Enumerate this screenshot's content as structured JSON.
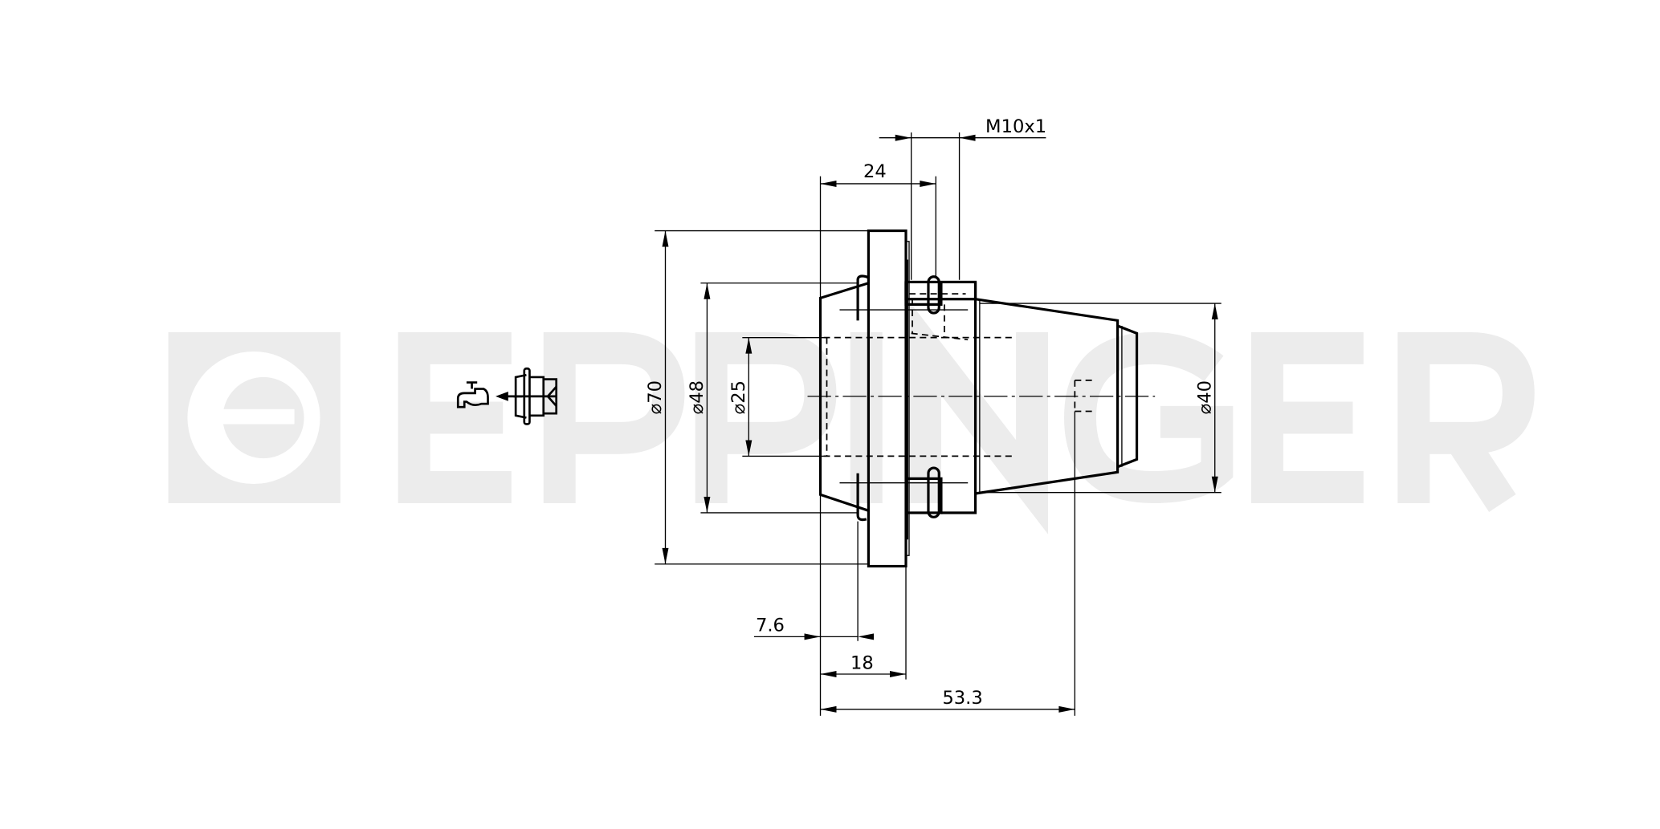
{
  "watermark": {
    "brand": "EPPINGER"
  },
  "dimensions": {
    "d70": "⌀70",
    "d48": "⌀48",
    "d25": "⌀25",
    "d40": "⌀40",
    "len24": "24",
    "thread": "M10x1",
    "len7_6": "7.6",
    "len18": "18",
    "len53_3": "53.3"
  },
  "icons": [
    "coolant-tap-icon",
    "tool-holder-icon"
  ]
}
